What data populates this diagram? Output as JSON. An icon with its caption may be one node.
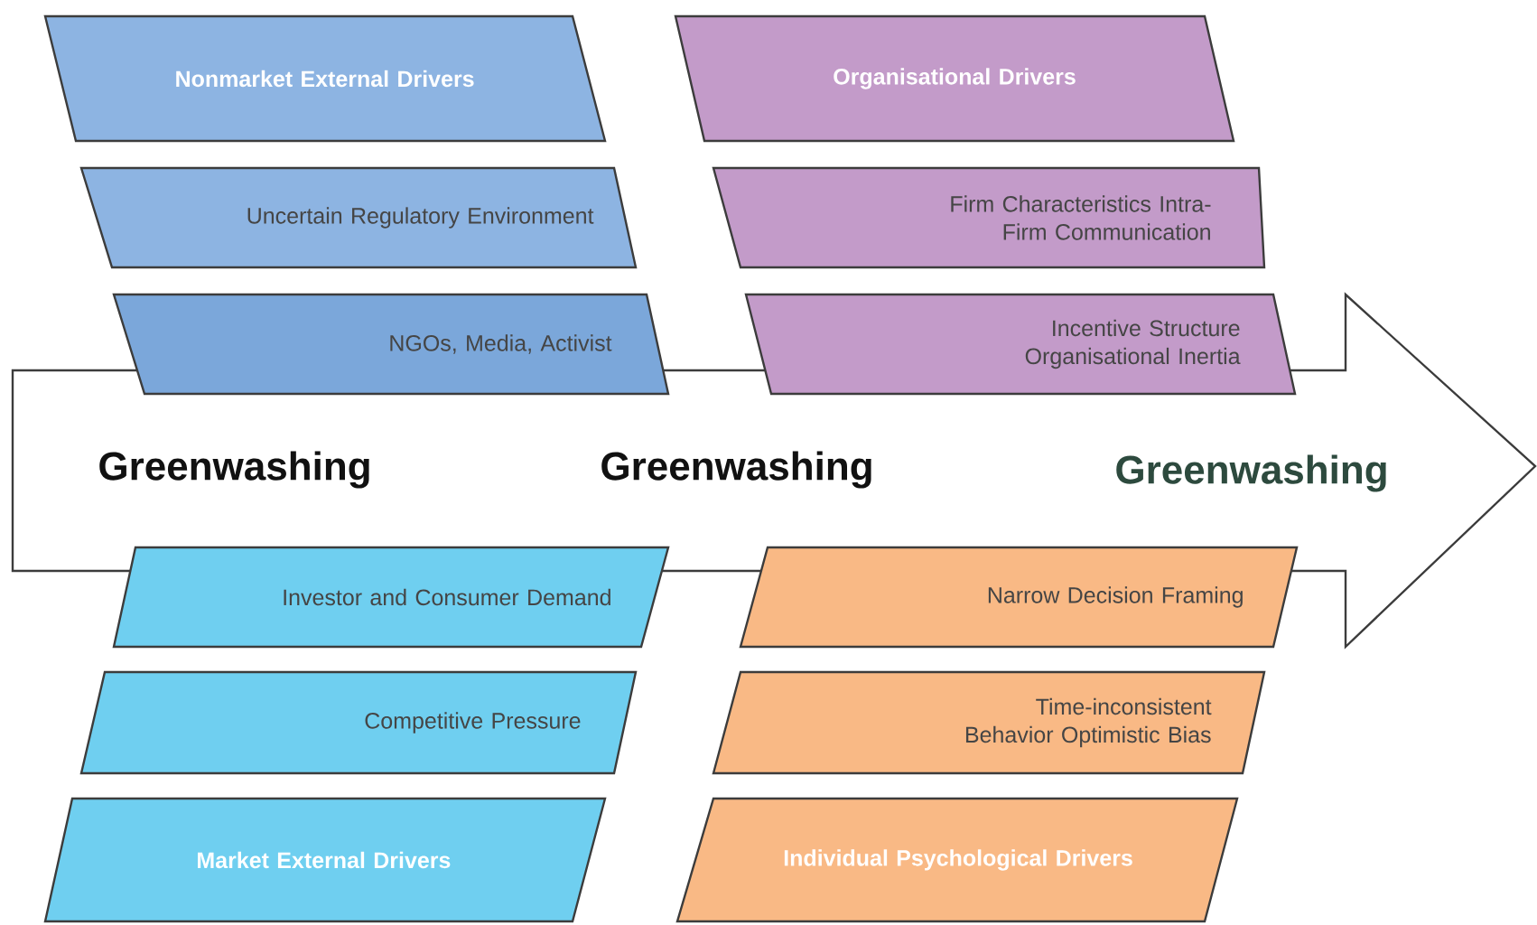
{
  "diagram": {
    "nodes": [
      {
        "text": [
          "Greenwashing",
          "Greenwashing",
          "Greenwashing"
        ]
      },
      {
        "text": [
          "Nonmarket External Drivers"
        ]
      },
      {
        "text": [
          "Organisational Drivers"
        ]
      },
      {
        "text": [
          "Uncertain Regulatory Environment"
        ]
      },
      {
        "text": [
          "Firm Characteristics Intra-Firm Communication"
        ]
      },
      {
        "text": [
          "NGOs, Media, Activist"
        ]
      },
      {
        "text": [
          "Incentive Structure Organisational Inertia"
        ]
      },
      {
        "text": [
          "Investor and Consumer Demand"
        ]
      },
      {
        "text": [
          "Narrow Decision Framing"
        ]
      },
      {
        "text": [
          "Competitive Pressure"
        ]
      },
      {
        "text": [
          "Time-inconsistent Behavior Optimistic Bias"
        ]
      },
      {
        "text": [
          "Market External Drivers"
        ]
      },
      {
        "text": [
          "Individual Psychological Drivers"
        ]
      }
    ]
  }
}
